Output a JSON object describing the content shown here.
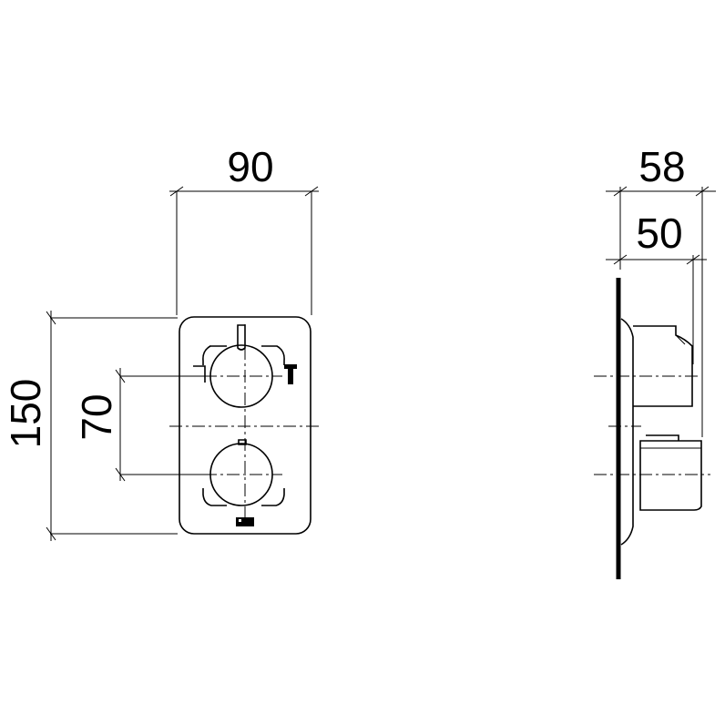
{
  "front_view": {
    "dimensions": {
      "width": "90",
      "height": "150",
      "spacing": "70"
    },
    "icons": {
      "cold": "cold-symbol-icon",
      "hot": "hot-symbol-icon",
      "logo": "brand-mark-icon"
    }
  },
  "side_view": {
    "dimensions": {
      "overall_depth": "58",
      "body_depth": "50"
    }
  },
  "colors": {
    "line": "#000000",
    "background": "#ffffff"
  }
}
